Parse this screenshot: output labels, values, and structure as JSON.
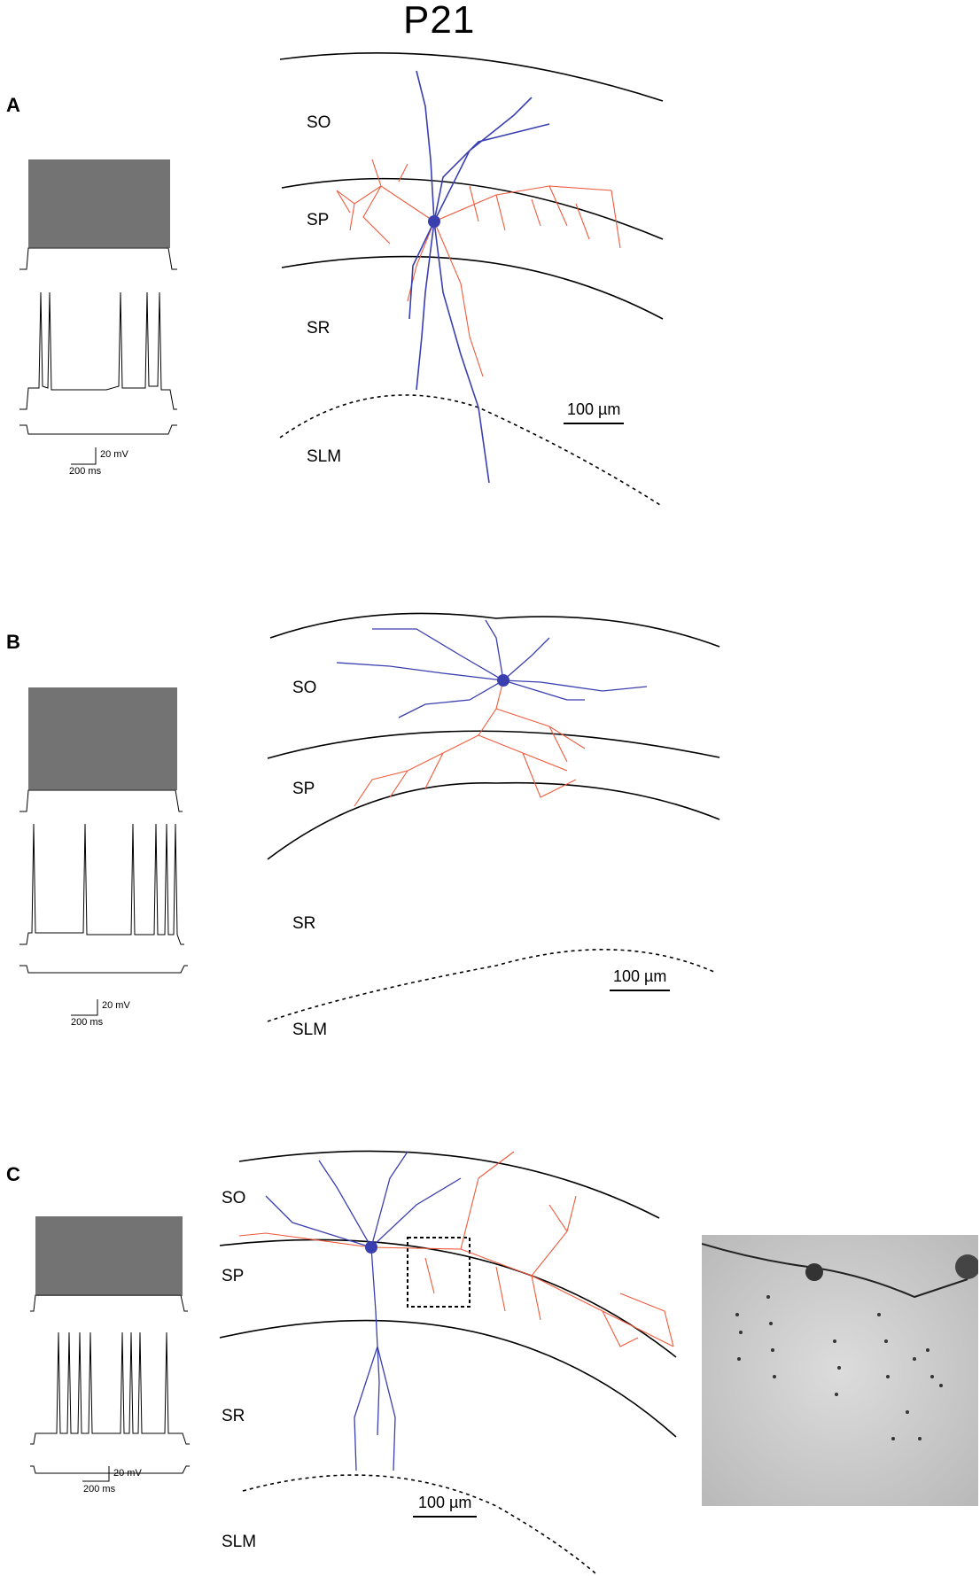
{
  "figure": {
    "title": "P21"
  },
  "panels": [
    {
      "letter": "A",
      "layers": {
        "so": "SO",
        "sp": "SP",
        "sr": "SR",
        "slm": "SLM"
      },
      "scale_bar": "100 µm",
      "ephys_scale": {
        "voltage": "20 mV",
        "time": "200 ms"
      }
    },
    {
      "letter": "B",
      "layers": {
        "so": "SO",
        "sp": "SP",
        "sr": "SR",
        "slm": "SLM"
      },
      "scale_bar": "100 µm",
      "ephys_scale": {
        "voltage": "20 mV",
        "time": "200 ms"
      }
    },
    {
      "letter": "C",
      "layers": {
        "so": "SO",
        "sp": "SP",
        "sr": "SR",
        "slm": "SLM"
      },
      "scale_bar": "100 µm",
      "ephys_scale": {
        "voltage": "20 mV",
        "time": "200 ms"
      }
    }
  ],
  "colors": {
    "dendrite": "#3a3fb0",
    "axon": "#f05a3c",
    "boundary": "#000000",
    "micrograph_bg": "#cfcfcf"
  },
  "micrograph": {
    "icon": "axon-boutons-micrograph"
  }
}
